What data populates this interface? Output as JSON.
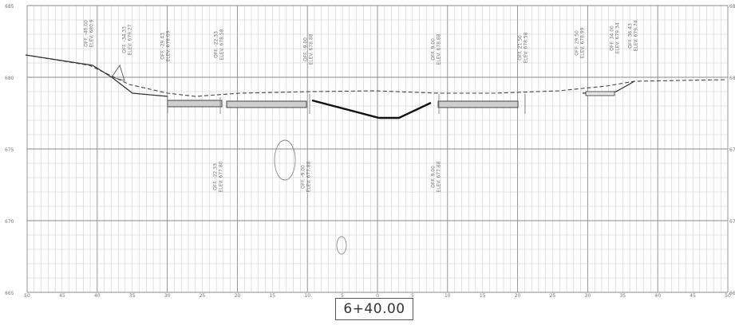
{
  "station_label": "6+40.00",
  "y_axis_labels": [
    "685",
    "680",
    "675",
    "670",
    "665"
  ],
  "x_axis_labels": [
    "50",
    "45",
    "40",
    "35",
    "30",
    "25",
    "20",
    "15",
    "10",
    "5",
    "0",
    "5",
    "10",
    "15",
    "20",
    "25",
    "30",
    "35",
    "40",
    "45",
    "50"
  ],
  "annotations": [
    {
      "id": "ann-left-40",
      "text": "OFF. -40.00 ELEV. 680.9"
    },
    {
      "id": "ann-left-34",
      "text": "OFF. -34.33 ELEV. 679.27"
    },
    {
      "id": "ann-left-29",
      "text": "OFF. -29.43 ELEV. 678.69"
    },
    {
      "id": "ann-left-22",
      "text": "OFF. -22.33 ELEV. 678.58"
    },
    {
      "id": "ann-left-9",
      "text": "OFF. -9.00 ELEV. 678.88"
    },
    {
      "id": "ann-right-9",
      "text": "OFF. 9.00 ELEV. 678.88"
    },
    {
      "id": "ann-right-21",
      "text": "OFF. 21.50 ELEV. 678.58"
    },
    {
      "id": "ann-right-29",
      "text": "OFF. 29.50 ELEV. 678.99"
    },
    {
      "id": "ann-right-34",
      "text": "OFF. 34.00 ELEV. 679.34"
    },
    {
      "id": "ann-right-37",
      "text": "OFF. 36.43 ELEV. 679.74"
    },
    {
      "id": "ann-left-22b",
      "text": "OFF. -22.33 ELEV. 677.80"
    },
    {
      "id": "ann-left-9b",
      "text": "OFF. -9.00 ELEV. 677.88"
    },
    {
      "id": "ann-right-9b",
      "text": "OFF. 9.00 ELEV. 677.88"
    }
  ],
  "colors": {
    "grid_minor": "#c4c4c4",
    "grid_major": "#8a8a8a",
    "line": "#333333",
    "text": "#777777"
  }
}
